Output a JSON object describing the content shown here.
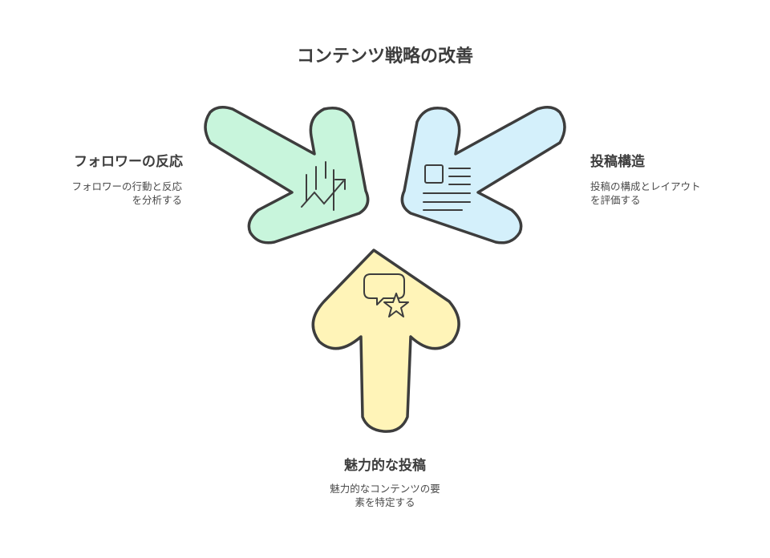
{
  "title": "コンテンツ戦略の改善",
  "colors": {
    "green": "#c8f5dc",
    "blue": "#d4f0fb",
    "yellow": "#fff4b8",
    "outline": "#3d3d3d"
  },
  "items": [
    {
      "id": "left",
      "label": "フォロワーの反応",
      "desc": "フォロワーの行動と反応\nを分析する",
      "icon": "chart-icon"
    },
    {
      "id": "right",
      "label": "投稿構造",
      "desc": "投稿の構成とレイアウト\nを評価する",
      "icon": "document-icon"
    },
    {
      "id": "bottom",
      "label": "魅力的な投稿",
      "desc": "魅力的なコンテンツの要\n素を特定する",
      "icon": "speech-star-icon"
    }
  ]
}
